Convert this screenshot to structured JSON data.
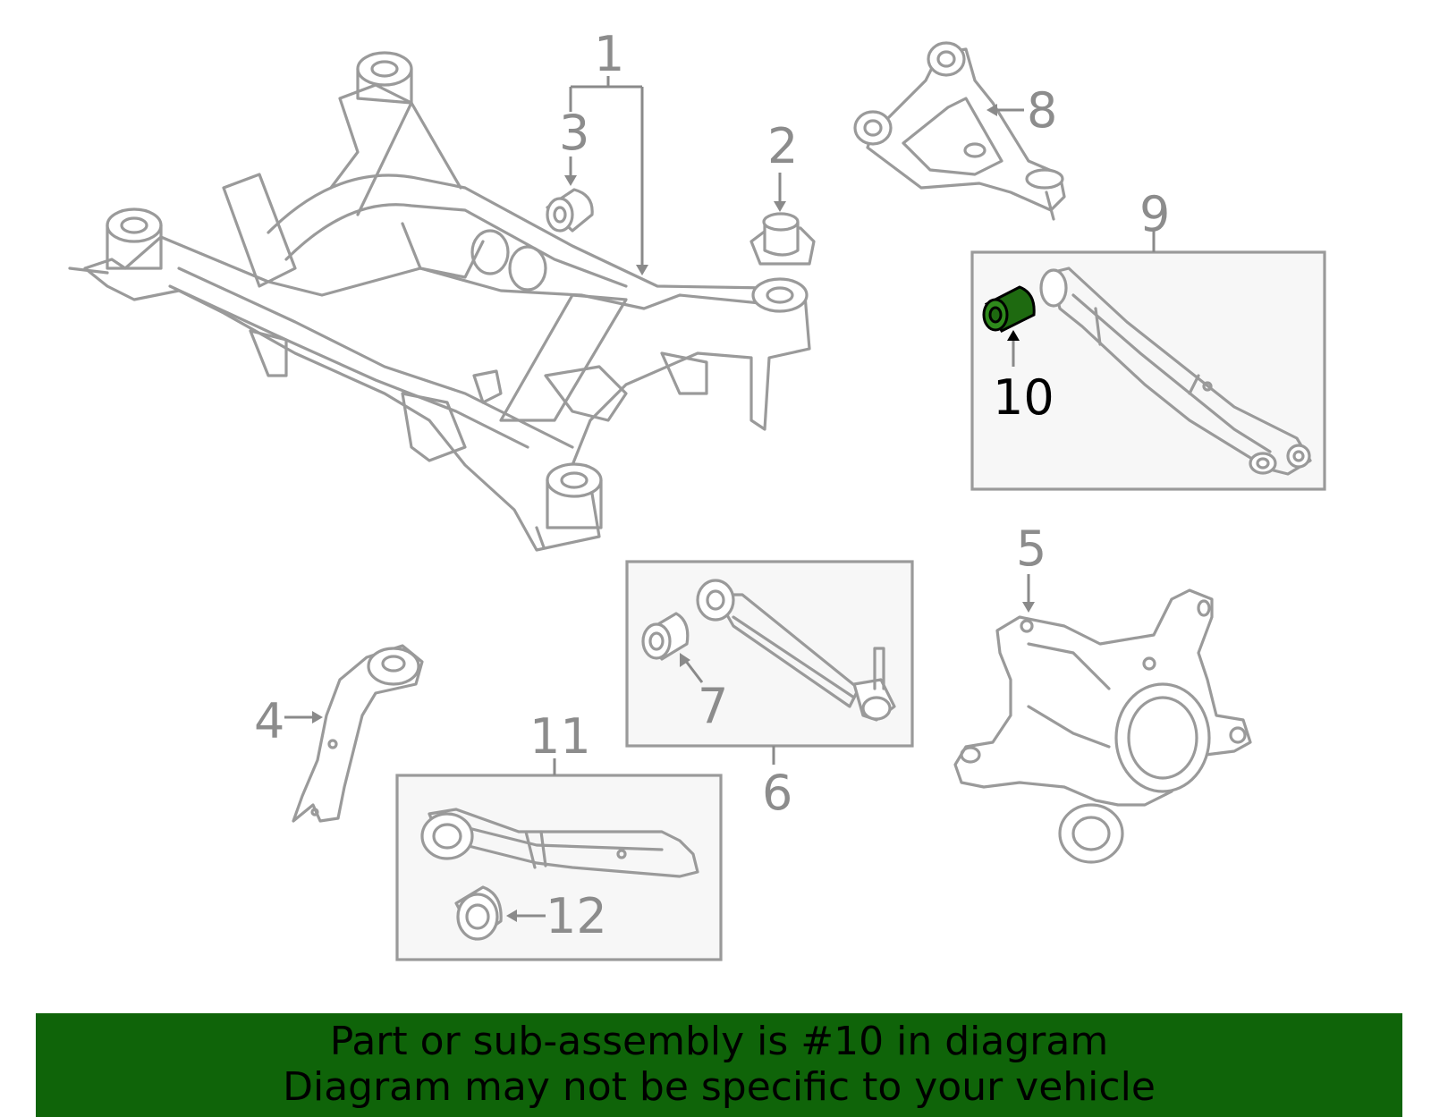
{
  "callouts": {
    "c1": "1",
    "c2": "2",
    "c3": "3",
    "c4": "4",
    "c5": "5",
    "c6": "6",
    "c7": "7",
    "c8": "8",
    "c9": "9",
    "c10": "10",
    "c11": "11",
    "c12": "12"
  },
  "highlight": {
    "callout": "10",
    "color": "#1e6a10"
  },
  "banner": {
    "line1": "Part or sub-assembly is #10 in diagram",
    "line2": "Diagram may not be specific to your vehicle",
    "background": "#0f6409"
  },
  "colors": {
    "linework": "#9a9a9a",
    "box_fill": "#f7f7f7"
  }
}
